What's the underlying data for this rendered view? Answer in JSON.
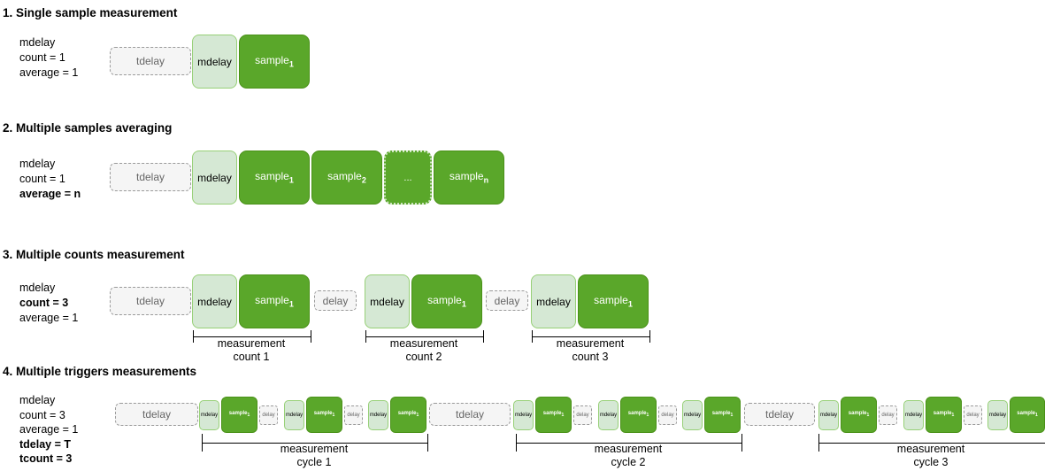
{
  "diagram": "measurement-timing-modes",
  "colors": {
    "sample_fill": "#5aa72a",
    "sample_border": "#4a9118",
    "mdelay_fill": "#d5e8d4",
    "mdelay_border": "#97d077",
    "delay_fill": "#f5f5f5",
    "delay_border": "#9a9a9a",
    "delay_text": "#666666",
    "text": "#000000"
  },
  "box_labels": {
    "tdelay": "tdelay",
    "mdelay": "mdelay",
    "delay": "delay",
    "sample": "sample",
    "dots": "...",
    "subscripts": {
      "one": "1",
      "two": "2",
      "n": "n"
    }
  },
  "bracket_labels": {
    "measurement": "measurement",
    "count1": "count 1",
    "count2": "count 2",
    "count3": "count 3",
    "cycle1": "cycle 1",
    "cycle2": "cycle 2",
    "cycle3": "cycle 3"
  },
  "sections": [
    {
      "title": "1. Single sample measurement",
      "params": [
        "mdelay",
        "count = 1",
        "average = 1"
      ]
    },
    {
      "title": "2. Multiple samples averaging",
      "params": [
        "mdelay",
        "count = 1",
        "average = n"
      ]
    },
    {
      "title": "3. Multiple counts measurement",
      "params": [
        "mdelay",
        "count = 3",
        "average = 1"
      ]
    },
    {
      "title": "4. Multiple triggers measurements",
      "params": [
        "mdelay",
        "count = 3",
        "average = 1",
        "tdelay = T",
        "tcount = 3"
      ]
    }
  ]
}
